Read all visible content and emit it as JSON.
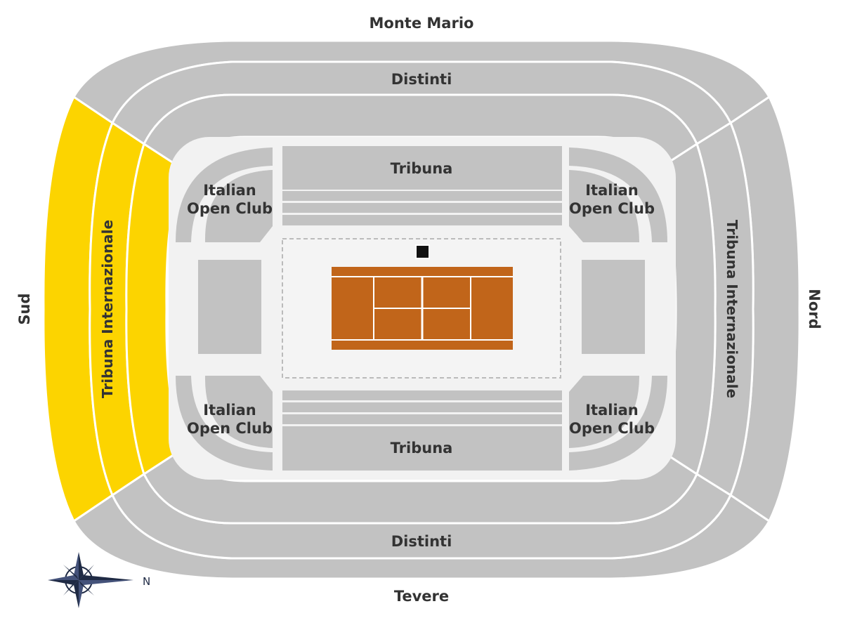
{
  "labels": {
    "monte_mario": "Monte Mario",
    "tevere": "Tevere",
    "sud": "Sud",
    "nord": "Nord",
    "distinti_top": "Distinti",
    "distinti_bottom": "Distinti",
    "tribuna_top": "Tribuna",
    "tribuna_bottom": "Tribuna",
    "tribuna_int_left": "Tribuna Internazionale",
    "tribuna_int_right": "Tribuna Internazionale",
    "club_line1": "Italian",
    "club_line2": "Open Club",
    "compass_n": "N"
  },
  "colors": {
    "section": "#c2c2c2",
    "selected": "#fcd400",
    "court_clay": "#c1651a",
    "compass": "#1f2a44"
  },
  "selected_section": "Tribuna Internazionale (Sud)"
}
